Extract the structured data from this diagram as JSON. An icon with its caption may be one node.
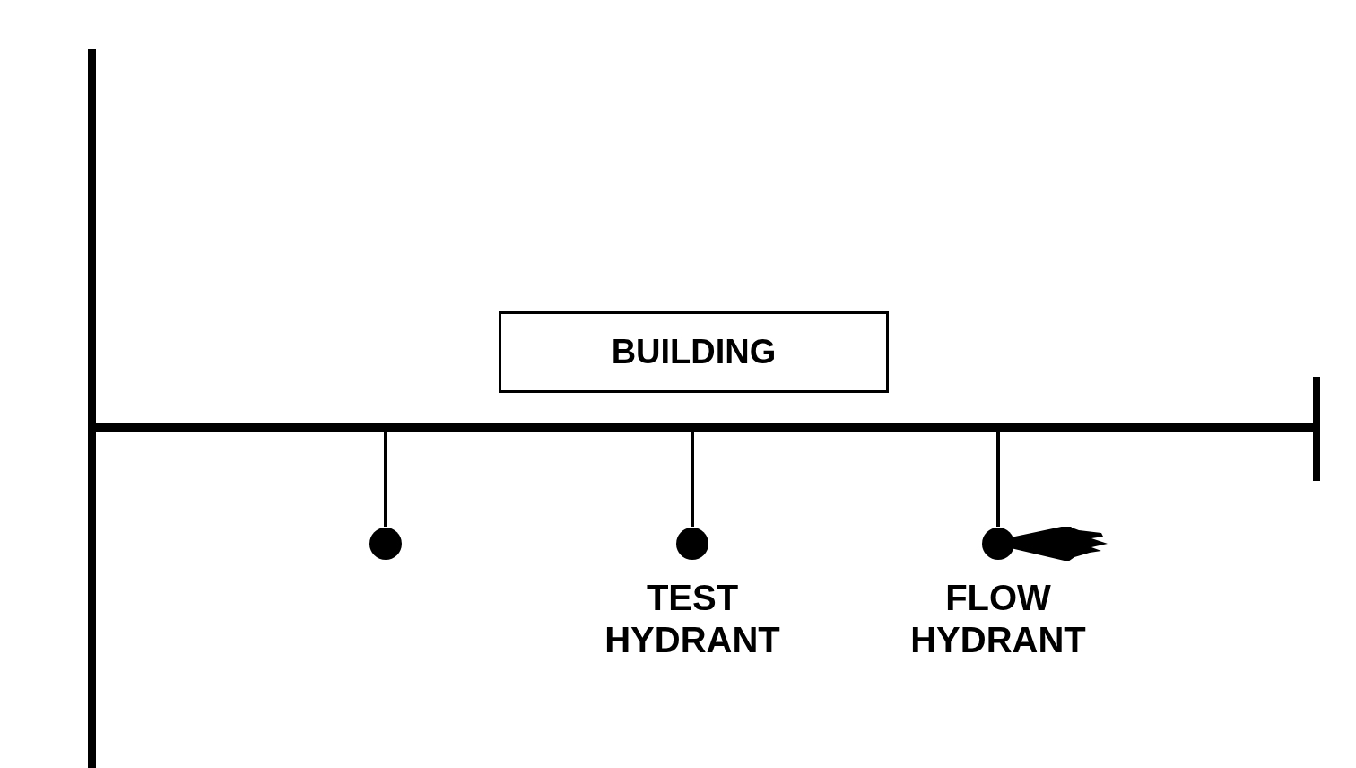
{
  "diagram": {
    "nodes": [
      {
        "text": [
          "BUILDING"
        ]
      },
      {
        "text": [],
        "shape": "bar"
      },
      {
        "text": [],
        "shape": "circle"
      },
      {
        "text": [
          "TEST HYDRANT"
        ]
      },
      {
        "text": [
          "FLOW HYDRANT"
        ]
      }
    ],
    "edges": [
      {
        "from": 1,
        "to": 2,
        "arrow": "none"
      },
      {
        "from": 1,
        "to": 3,
        "arrow": "none"
      },
      {
        "from": 1,
        "to": 4,
        "arrow": "none"
      }
    ]
  }
}
